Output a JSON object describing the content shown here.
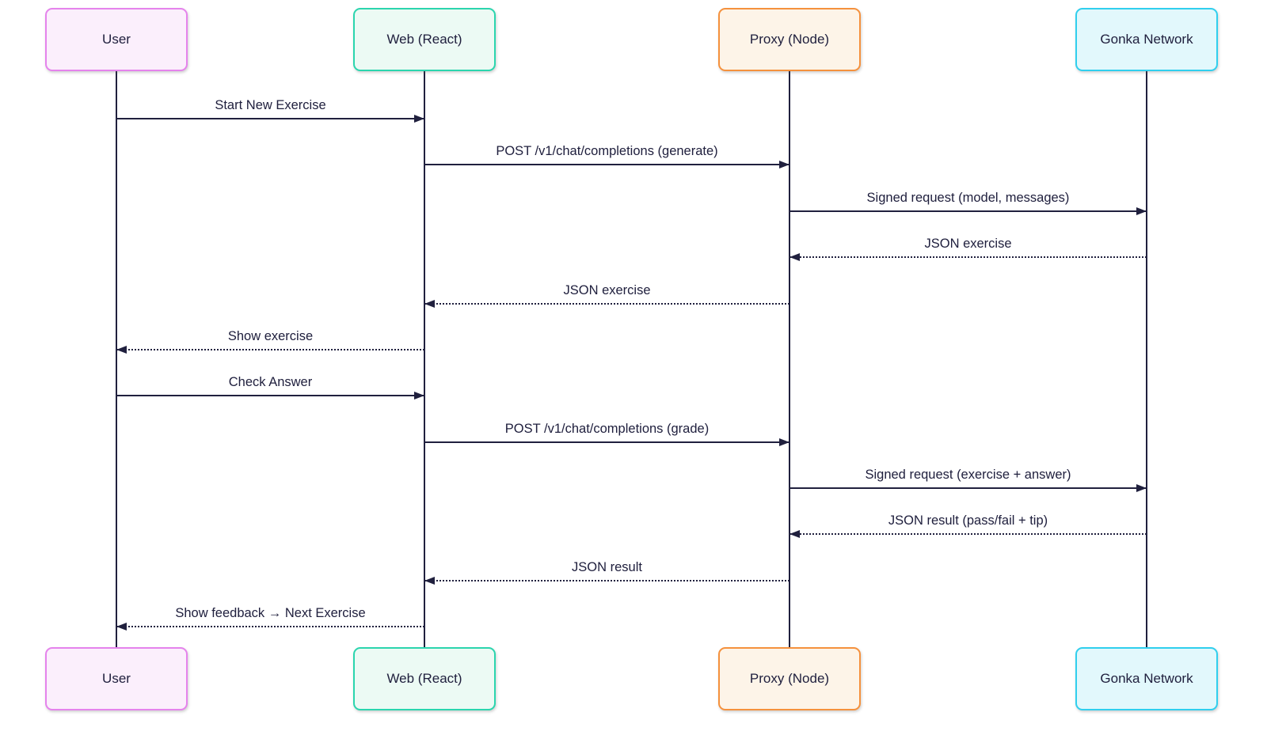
{
  "diagram": {
    "kind": "sequence-diagram",
    "background_color": "#ffffff",
    "line_color": "#20203e",
    "text_color": "#20203e",
    "actors": [
      {
        "id": "user",
        "name": "User",
        "fill": "#fbeffc",
        "border": "#e583ec"
      },
      {
        "id": "web",
        "name": "Web (React)",
        "fill": "#ecfaf4",
        "border": "#2bd5ae"
      },
      {
        "id": "proxy",
        "name": "Proxy (Node)",
        "fill": "#fdf4e8",
        "border": "#f5913d"
      },
      {
        "id": "gonka",
        "name": "Gonka Network",
        "fill": "#e2f8fc",
        "border": "#30cfee"
      }
    ],
    "messages": [
      {
        "label": "Start New Exercise",
        "from": "User",
        "to": "Web (React)",
        "style": "solid"
      },
      {
        "label": "POST /v1/chat/completions (generate)",
        "from": "Web (React)",
        "to": "Proxy (Node)",
        "style": "solid"
      },
      {
        "label": "Signed request (model, messages)",
        "from": "Proxy (Node)",
        "to": "Gonka Network",
        "style": "solid"
      },
      {
        "label": "JSON exercise",
        "from": "Gonka Network",
        "to": "Proxy (Node)",
        "style": "dotted"
      },
      {
        "label": "JSON exercise",
        "from": "Proxy (Node)",
        "to": "Web (React)",
        "style": "dotted"
      },
      {
        "label": "Show exercise",
        "from": "Web (React)",
        "to": "User",
        "style": "dotted"
      },
      {
        "label": "Check Answer",
        "from": "User",
        "to": "Web (React)",
        "style": "solid"
      },
      {
        "label": "POST /v1/chat/completions (grade)",
        "from": "Web (React)",
        "to": "Proxy (Node)",
        "style": "solid"
      },
      {
        "label": "Signed request (exercise + answer)",
        "from": "Proxy (Node)",
        "to": "Gonka Network",
        "style": "solid"
      },
      {
        "label": "JSON result (pass/fail + tip)",
        "from": "Gonka Network",
        "to": "Proxy (Node)",
        "style": "dotted"
      },
      {
        "label": "JSON result",
        "from": "Proxy (Node)",
        "to": "Web (React)",
        "style": "dotted"
      },
      {
        "label": "Show feedback → Next Exercise",
        "from": "Web (React)",
        "to": "User",
        "style": "dotted"
      }
    ]
  }
}
